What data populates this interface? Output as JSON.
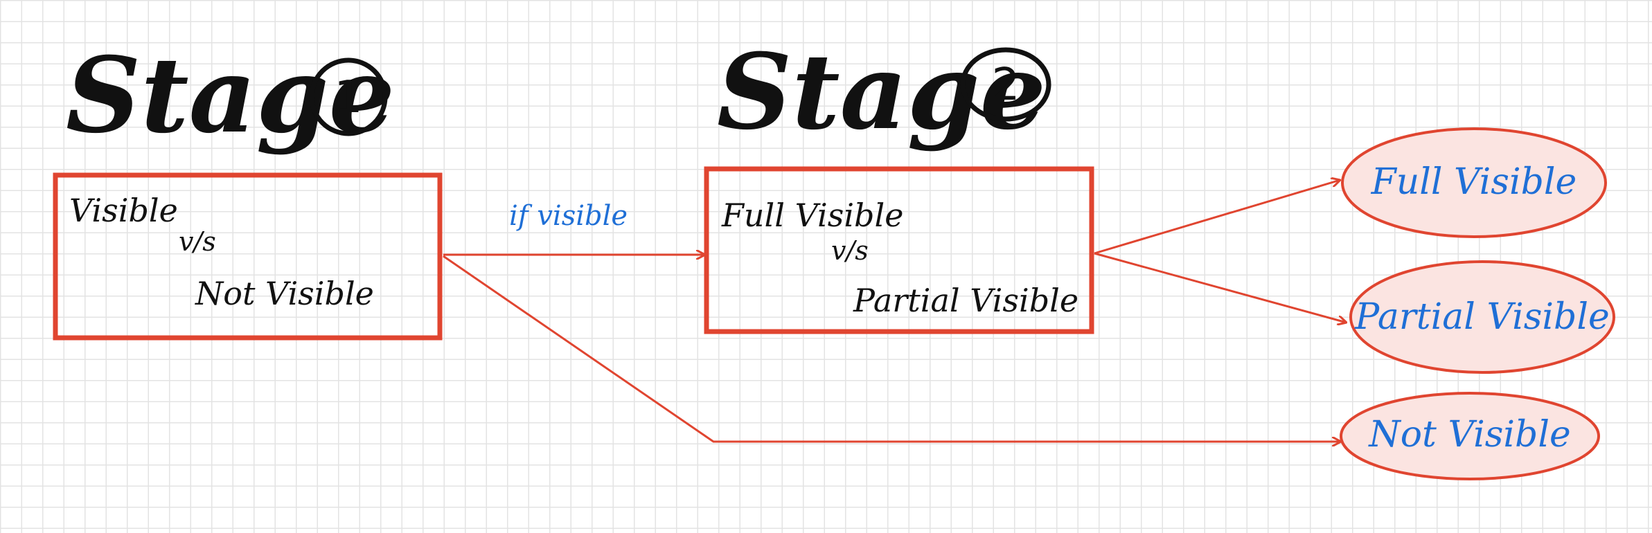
{
  "colors": {
    "ink": "#111111",
    "accent_red": "#e04530",
    "label_blue": "#1f6fd6",
    "ellipse_fill": "#fbe4e1"
  },
  "stage1": {
    "title": "Stage",
    "number": "1",
    "line1": "Visible",
    "vs": "v/s",
    "line2": "Not Visible"
  },
  "stage2": {
    "title": "Stage",
    "number": "2",
    "line1": "Full Visible",
    "vs": "v/s",
    "line2": "Partial Visible"
  },
  "edge_label": "if visible",
  "outcomes": {
    "full": "Full Visible",
    "partial": "Partial Visible",
    "not": "Not Visible"
  }
}
